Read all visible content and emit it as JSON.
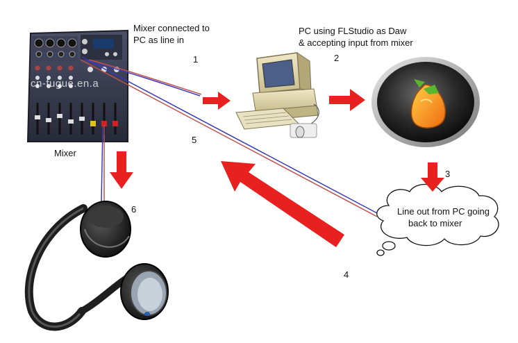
{
  "diagram": {
    "mixer_caption": "Mixer connected to",
    "mixer_caption_2": "PC as line in",
    "pc_caption": "PC using FLStudio as Daw",
    "pc_caption_2": "& accepting input from mixer",
    "mixer_label": "Mixer",
    "cloud_text_1": "Line out from PC going",
    "cloud_text_2": "back to mixer",
    "watermark": "cn-fugue.en.a",
    "steps": [
      "1",
      "2",
      "3",
      "4",
      "5",
      "6"
    ]
  },
  "colors": {
    "arrow": "#e8201f",
    "cable_blue": "#3a3ab8",
    "cable_red": "#c0504d",
    "mixer_body": "#34384a"
  },
  "icons": [
    "mixer-icon",
    "computer-icon",
    "fl-studio-logo-icon",
    "headphones-icon",
    "thought-cloud-icon"
  ]
}
